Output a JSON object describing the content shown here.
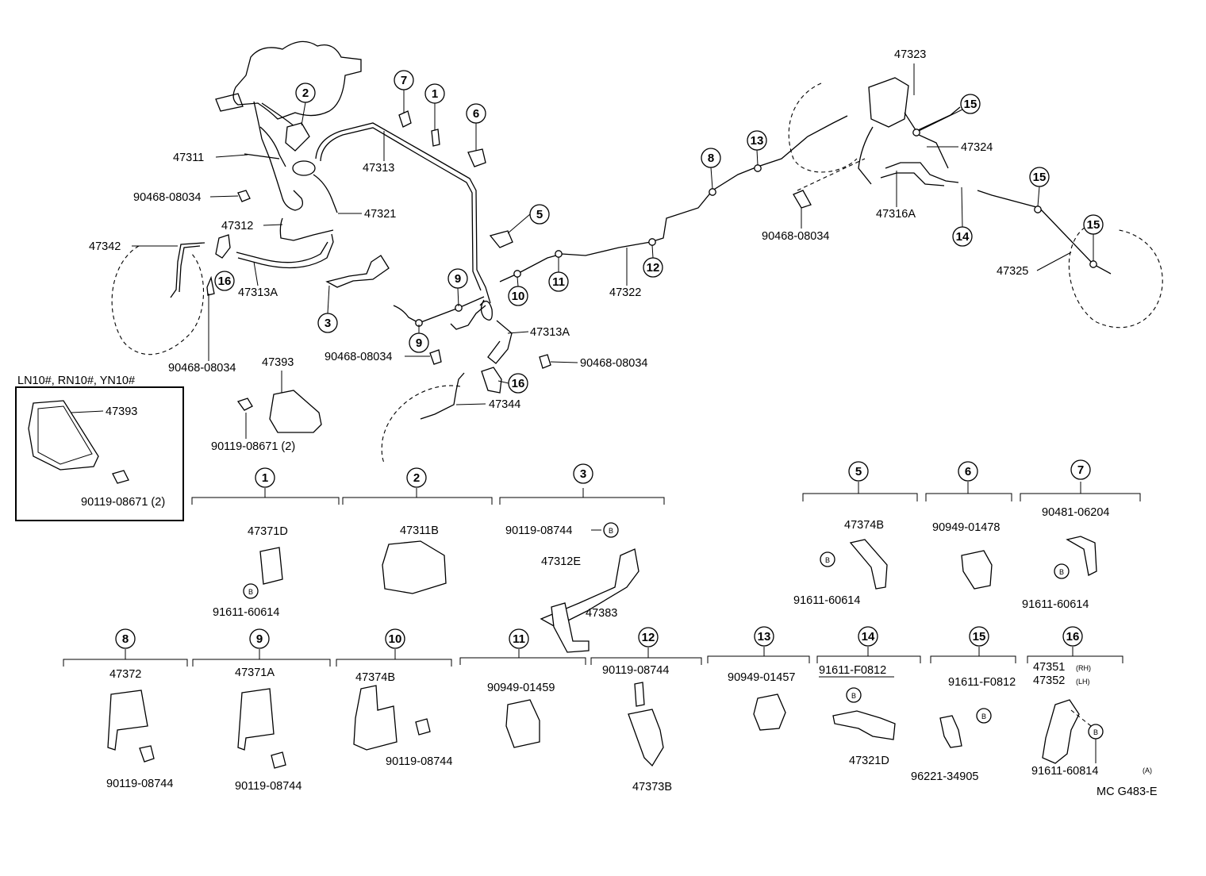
{
  "inset": {
    "title": "LN10#, RN10#, YN10#",
    "part_shield": "47393",
    "part_bolt": "90119-08671 (2)"
  },
  "labels": {
    "p47311": "47311",
    "p47313_top": "47313",
    "p90468_a": "90468-08034",
    "p47321": "47321",
    "p47312": "47312",
    "p47342": "47342",
    "p47313A_left": "47313A",
    "p90468_b": "90468-08034",
    "p47393": "47393",
    "p90119_08671": "90119-08671 (2)",
    "p47313A_mid": "47313A",
    "p90468_c": "90468-08034",
    "p90468_d": "90468-08034",
    "p47344": "47344",
    "p47322": "47322",
    "p90468_e": "90468-08034",
    "p47323": "47323",
    "p47324": "47324",
    "p47316A": "47316A",
    "p47325": "47325"
  },
  "callouts": {
    "c1": "1",
    "c2": "2",
    "c3": "3",
    "c5": "5",
    "c6": "6",
    "c7": "7",
    "c8": "8",
    "c9": "9",
    "c10": "10",
    "c11": "11",
    "c12": "12",
    "c13": "13",
    "c14": "14",
    "c15a": "15",
    "c15b": "15",
    "c15c": "15",
    "c16a": "16",
    "c16b": "16"
  },
  "groups": {
    "g1": {
      "num": "1",
      "part": "47371D",
      "sub": "B",
      "bolt": "91611-60614"
    },
    "g2": {
      "num": "2",
      "part": "47311B"
    },
    "g3": {
      "num": "3",
      "part": "47312E",
      "bolt": "90119-08744",
      "sub": "B",
      "part2": "47383"
    },
    "g5": {
      "num": "5",
      "part": "47374B",
      "sub": "B",
      "bolt": "91611-60614"
    },
    "g6": {
      "num": "6",
      "part": "90949-01478"
    },
    "g7": {
      "num": "7",
      "part": "90481-06204",
      "sub": "B",
      "bolt": "91611-60614"
    },
    "g8": {
      "num": "8",
      "part": "47372",
      "bolt": "90119-08744"
    },
    "g9": {
      "num": "9",
      "part": "47371A",
      "bolt": "90119-08744"
    },
    "g10": {
      "num": "10",
      "part": "47374B",
      "bolt": "90119-08744"
    },
    "g11": {
      "num": "11",
      "part": "90949-01459"
    },
    "g12": {
      "num": "12",
      "bolt": "90119-08744",
      "part": "47373B"
    },
    "g13": {
      "num": "13",
      "part": "90949-01457"
    },
    "g14": {
      "num": "14",
      "bolt": "91611-F0812",
      "sub": "B",
      "part": "47321D"
    },
    "g15": {
      "num": "15",
      "bolt": "91611-F0812",
      "sub": "B",
      "part": "96221-34905"
    },
    "g16": {
      "num": "16",
      "part_rh": "47351",
      "rh": "(RH)",
      "part_lh": "47352",
      "lh": "(LH)",
      "sub": "B",
      "bolt": "91611-60814",
      "note": "(A)"
    }
  },
  "footer": {
    "code": "MC G483-E"
  }
}
